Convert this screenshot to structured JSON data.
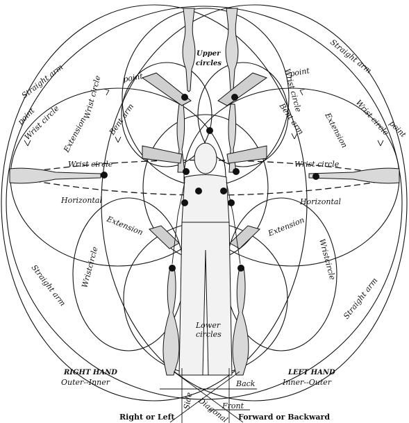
{
  "labels": {
    "upper": "Upper",
    "circles": "circles",
    "lower": "Lower",
    "straight_arm": "Straight arm",
    "wrist_circle": "Wrist circle",
    "wristcircle": "Wristcircle",
    "point": "point",
    "bent_arm": "Bent arm",
    "extension": "Extension",
    "horizontal": "Horizontal"
  },
  "footer": {
    "right_hand_title": "RIGHT HAND",
    "right_hand_sub": "Outer--Inner",
    "left_hand_title": "LEFT HAND",
    "left_hand_sub": "Inner--Outer",
    "back": "Back",
    "side": "Side",
    "diagonal": "Diagonal",
    "front": "Front",
    "right_or_left": "Right or Left",
    "forward_or_backward": "Forward or Backward"
  }
}
